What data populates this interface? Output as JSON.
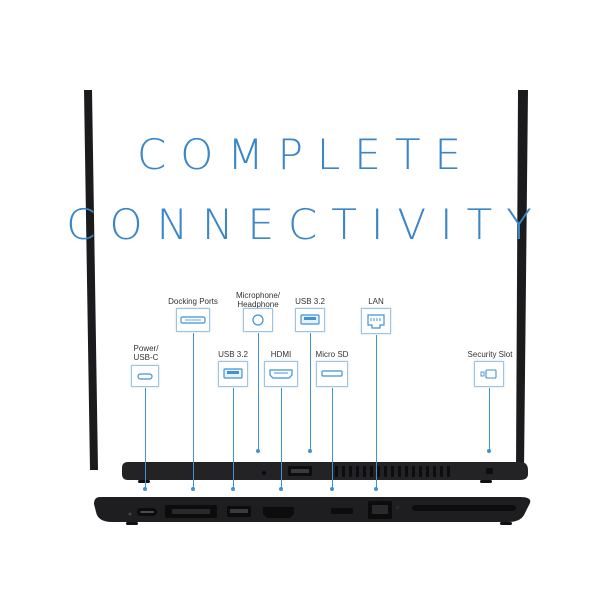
{
  "headline": {
    "line1": "COMPLETE",
    "line2": "CONNECTIVITY"
  },
  "ports": {
    "power_usb_c": "Power/\nUSB-C",
    "docking_ports": "Docking Ports",
    "microphone_headphone": "Microphone/\nHeadphone",
    "usb32_top": "USB 3.2",
    "lan": "LAN",
    "usb32_lower": "USB 3.2",
    "hdmi": "HDMI",
    "micro_sd": "Micro SD",
    "security_slot": "Security Slot"
  },
  "colors": {
    "accent": "#3a86c8",
    "callout_line": "#3f92d6",
    "laptop": "#1b1b1d",
    "background": "#ffffff"
  },
  "icons": {
    "power_usb_c": "usb-c-port-icon",
    "docking_ports": "docking-port-icon",
    "microphone_headphone": "audio-jack-icon",
    "usb32": "usb-a-port-icon",
    "lan": "ethernet-port-icon",
    "hdmi": "hdmi-port-icon",
    "micro_sd": "micro-sd-slot-icon",
    "security_slot": "lock-slot-icon"
  }
}
